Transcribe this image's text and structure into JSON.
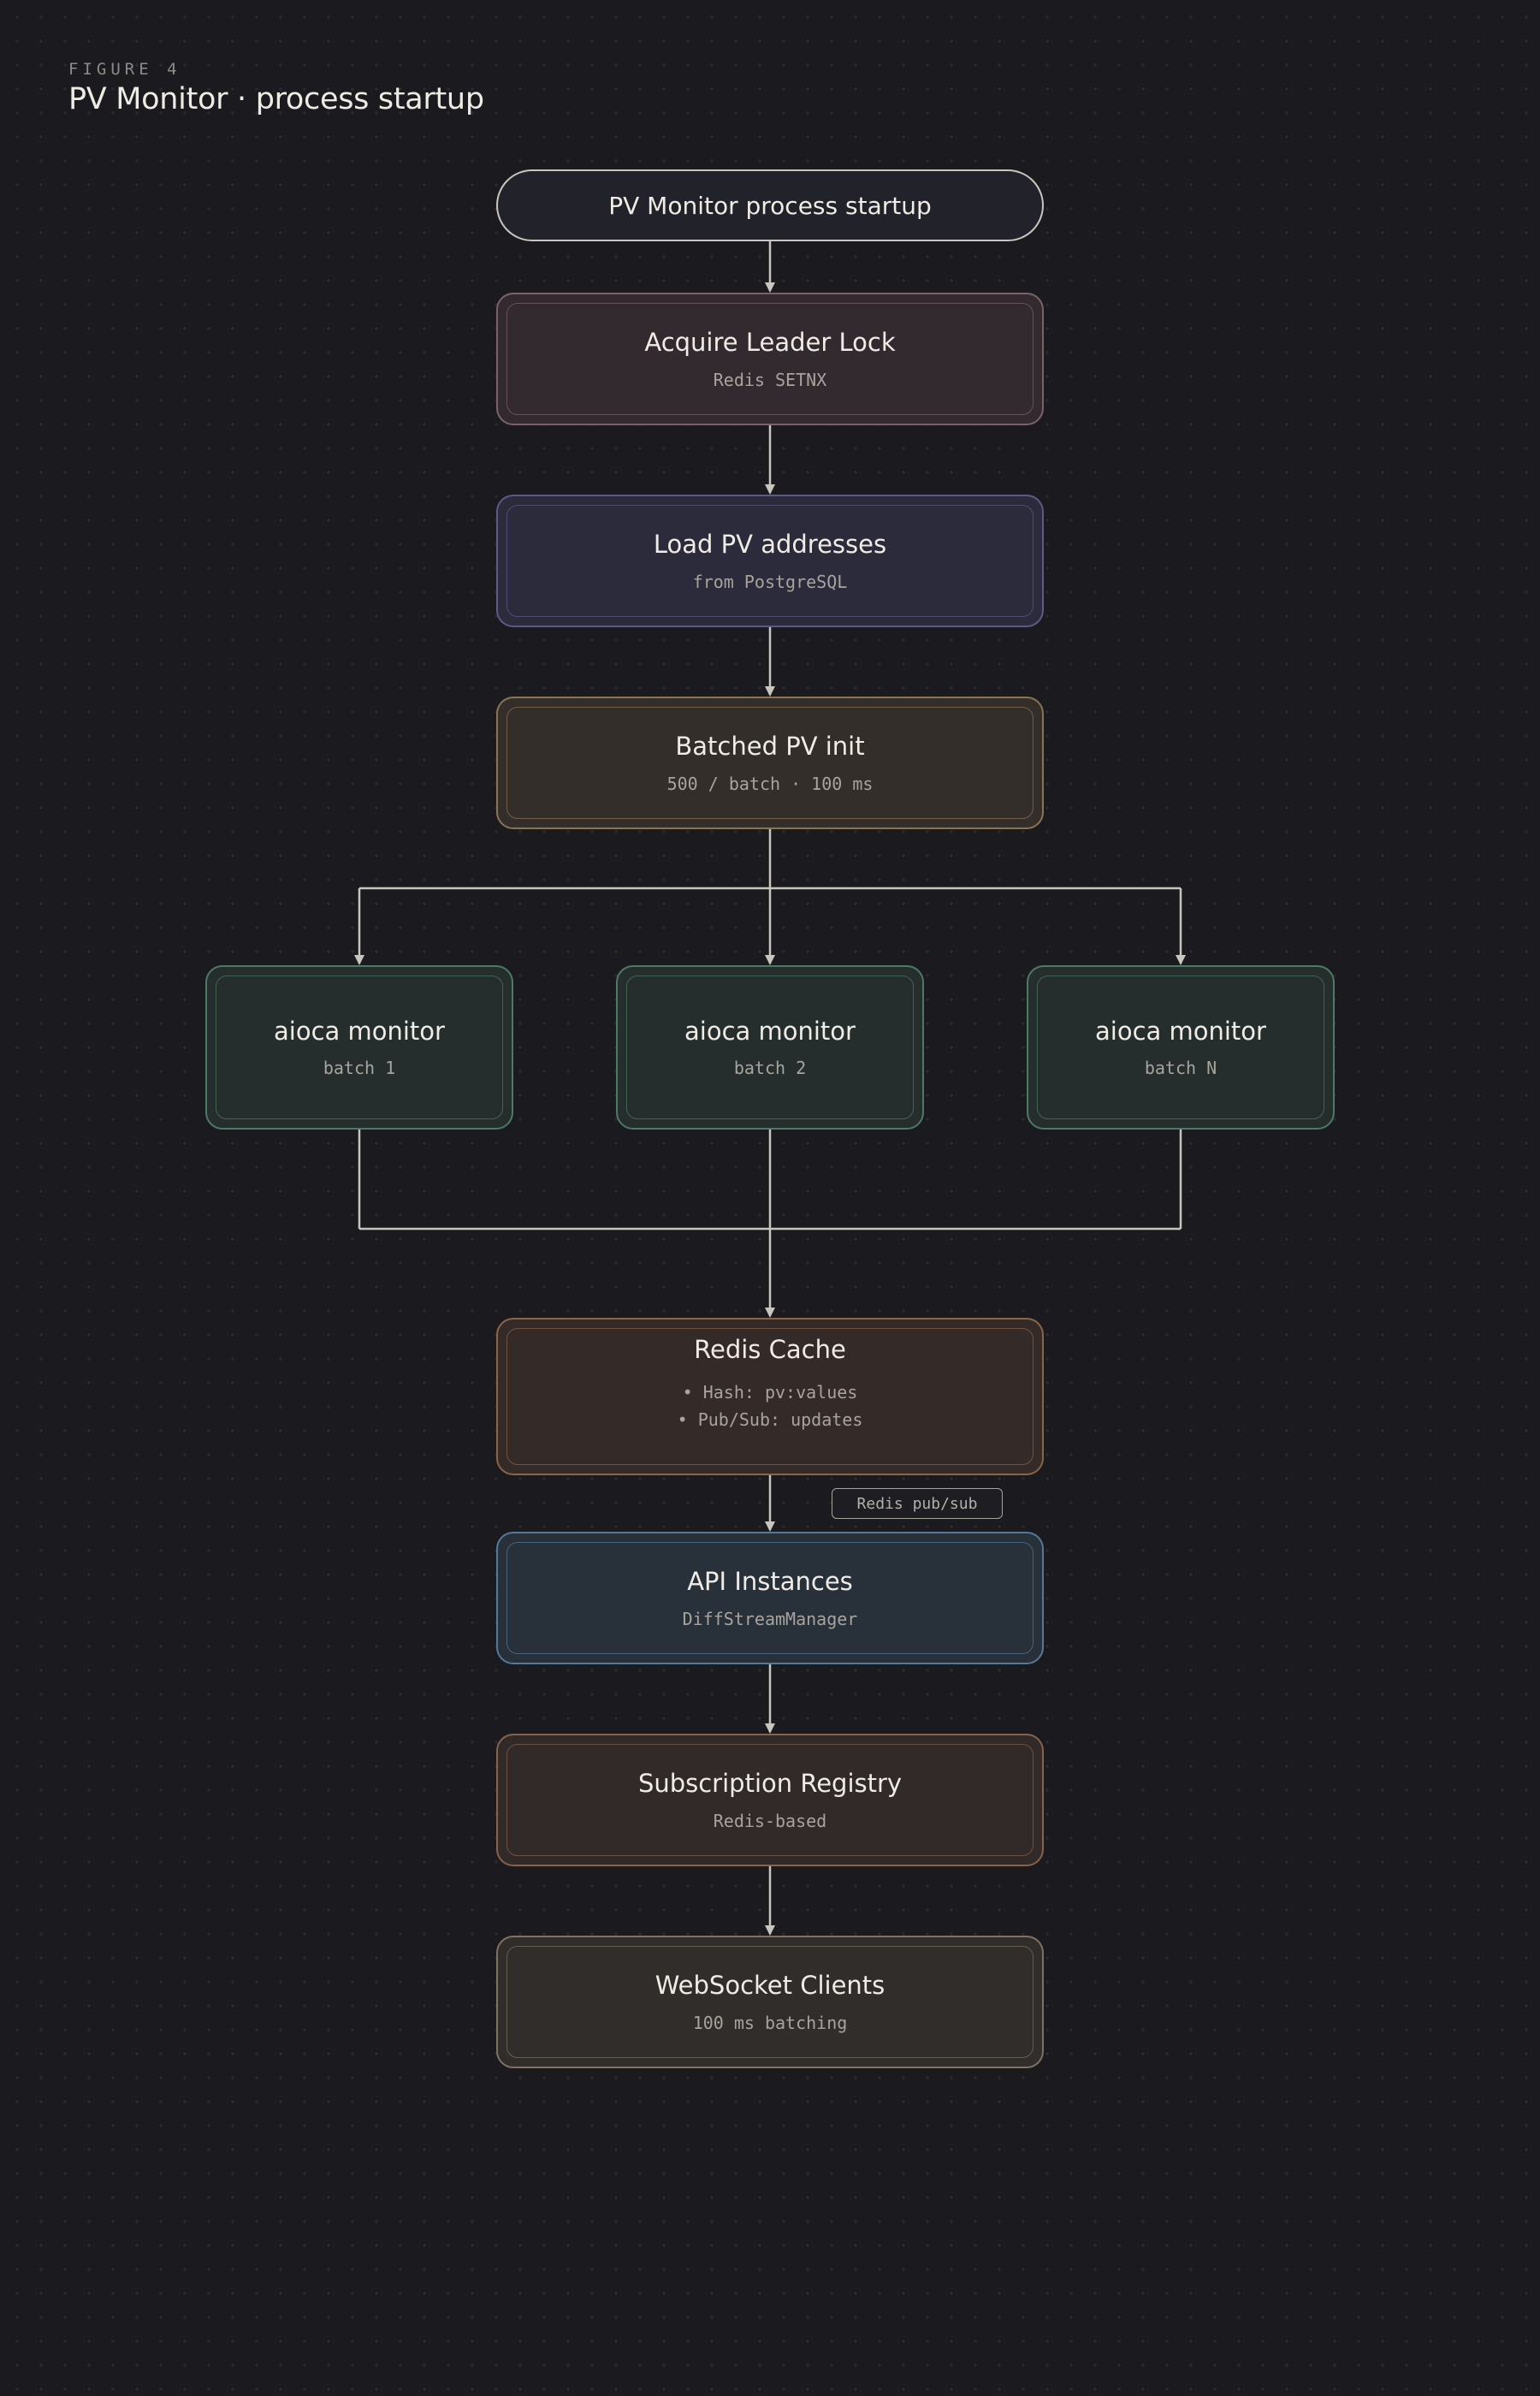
{
  "figure": {
    "label": "FIGURE 4",
    "title": "PV Monitor · process startup"
  },
  "nodes": {
    "start": {
      "title": "PV Monitor process startup"
    },
    "leader_lock": {
      "title": "Acquire Leader Lock",
      "subtitle": "Redis SETNX"
    },
    "load_pv": {
      "title": "Load PV addresses",
      "subtitle": "from PostgreSQL"
    },
    "batched_init": {
      "title": "Batched PV init",
      "subtitle": "500 / batch · 100 ms"
    },
    "monitors": [
      {
        "title": "aioca monitor",
        "subtitle": "batch 1"
      },
      {
        "title": "aioca monitor",
        "subtitle": "batch 2"
      },
      {
        "title": "aioca monitor",
        "subtitle": "batch N"
      }
    ],
    "redis_cache": {
      "title": "Redis Cache",
      "bullets": [
        "• Hash: pv:values",
        "• Pub/Sub: updates"
      ]
    },
    "api_instances": {
      "title": "API Instances",
      "subtitle": "DiffStreamManager"
    },
    "subscription_registry": {
      "title": "Subscription Registry",
      "subtitle": "Redis-based"
    },
    "websocket_clients": {
      "title": "WebSocket Clients",
      "subtitle": "100 ms batching"
    }
  },
  "edges": {
    "redis_to_api_label": "Redis pub/sub"
  },
  "colors": {
    "background": "#1b1b1f",
    "connector": "#c9c6bf",
    "leader_lock": "#7c6268",
    "load_pv": "#5f5889",
    "batched_init": "#8a7454",
    "monitor": "#4c7a64",
    "redis_cache": "#8a6547",
    "api_instances": "#56799a",
    "subscription_registry": "#86634a",
    "websocket_clients": "#7e7262"
  }
}
